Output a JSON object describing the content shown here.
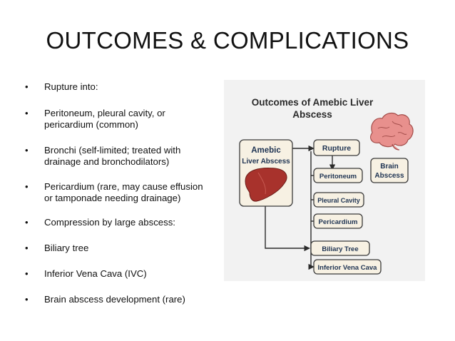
{
  "slide": {
    "title": "OUTCOMES & COMPLICATIONS",
    "bullets": [
      "Rupture into:",
      "Peritoneum, pleural cavity, or pericardium (common)",
      "Bronchi (self-limited; treated with drainage and bronchodilators)",
      "Pericardium (rare, may cause effusion or tamponade needing drainage)",
      "Compression by large abscess:",
      "Biliary tree",
      "Inferior Vena Cava (IVC)",
      "Brain abscess development (rare)"
    ],
    "bullet_lines": [
      [
        "Rupture into:"
      ],
      [
        "Peritoneum, pleural cavity, or",
        "pericardium (common)"
      ],
      [
        "Bronchi (self-limited; treated with",
        "drainage and bronchodilators)"
      ],
      [
        "Pericardium (rare, may cause effusion",
        "or tamponade needing drainage)"
      ],
      [
        "Compression by large abscess:"
      ],
      [
        "Biliary tree"
      ],
      [
        "Inferior Vena Cava (IVC)"
      ],
      [
        "Brain abscess development (rare)"
      ]
    ],
    "bullet_glyph": "•"
  },
  "diagram": {
    "title_line1": "Outcomes of Amebic Liver",
    "title_line2": "Abscess",
    "source_line1": "Amebic",
    "source_line2": "Liver Abscess",
    "rupture": "Rupture",
    "peritoneum": "Peritoneum",
    "pleural": "Pleural Cavity",
    "pericardium": "Pericardium",
    "biliary": "Biliary Tree",
    "ivc": "Inferior Vena Cava",
    "brain_line1": "Brain",
    "brain_line2": "Abscess",
    "colors": {
      "box_fill": "#f7f1e3",
      "box_stroke": "#3a3a3a",
      "title": "#2b2b2b",
      "text": "#1e3352",
      "liver": "#a8322c",
      "brain": "#e8908d"
    }
  }
}
